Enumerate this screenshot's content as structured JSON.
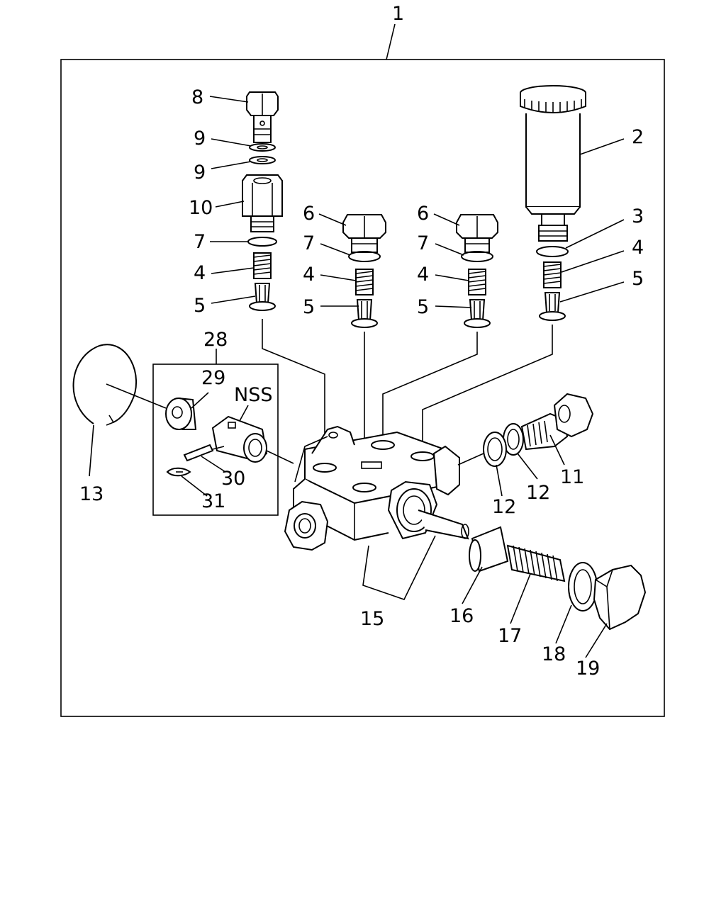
{
  "labels": {
    "l1": "1",
    "l2": "2",
    "l3": "3",
    "l4a": "4",
    "l4b": "4",
    "l4c": "4",
    "l4d": "4",
    "l5a": "5",
    "l5b": "5",
    "l5c": "5",
    "l5d": "5",
    "l6a": "6",
    "l6b": "6",
    "l7a": "7",
    "l7b": "7",
    "l7c": "7",
    "l8": "8",
    "l9a": "9",
    "l9b": "9",
    "l10": "10",
    "l11": "11",
    "l12a": "12",
    "l12b": "12",
    "l13": "13",
    "l15": "15",
    "l16": "16",
    "l17": "17",
    "l18": "18",
    "l19": "19",
    "l28": "28",
    "l29": "29",
    "l30": "30",
    "l31": "31",
    "nss": "NSS"
  }
}
